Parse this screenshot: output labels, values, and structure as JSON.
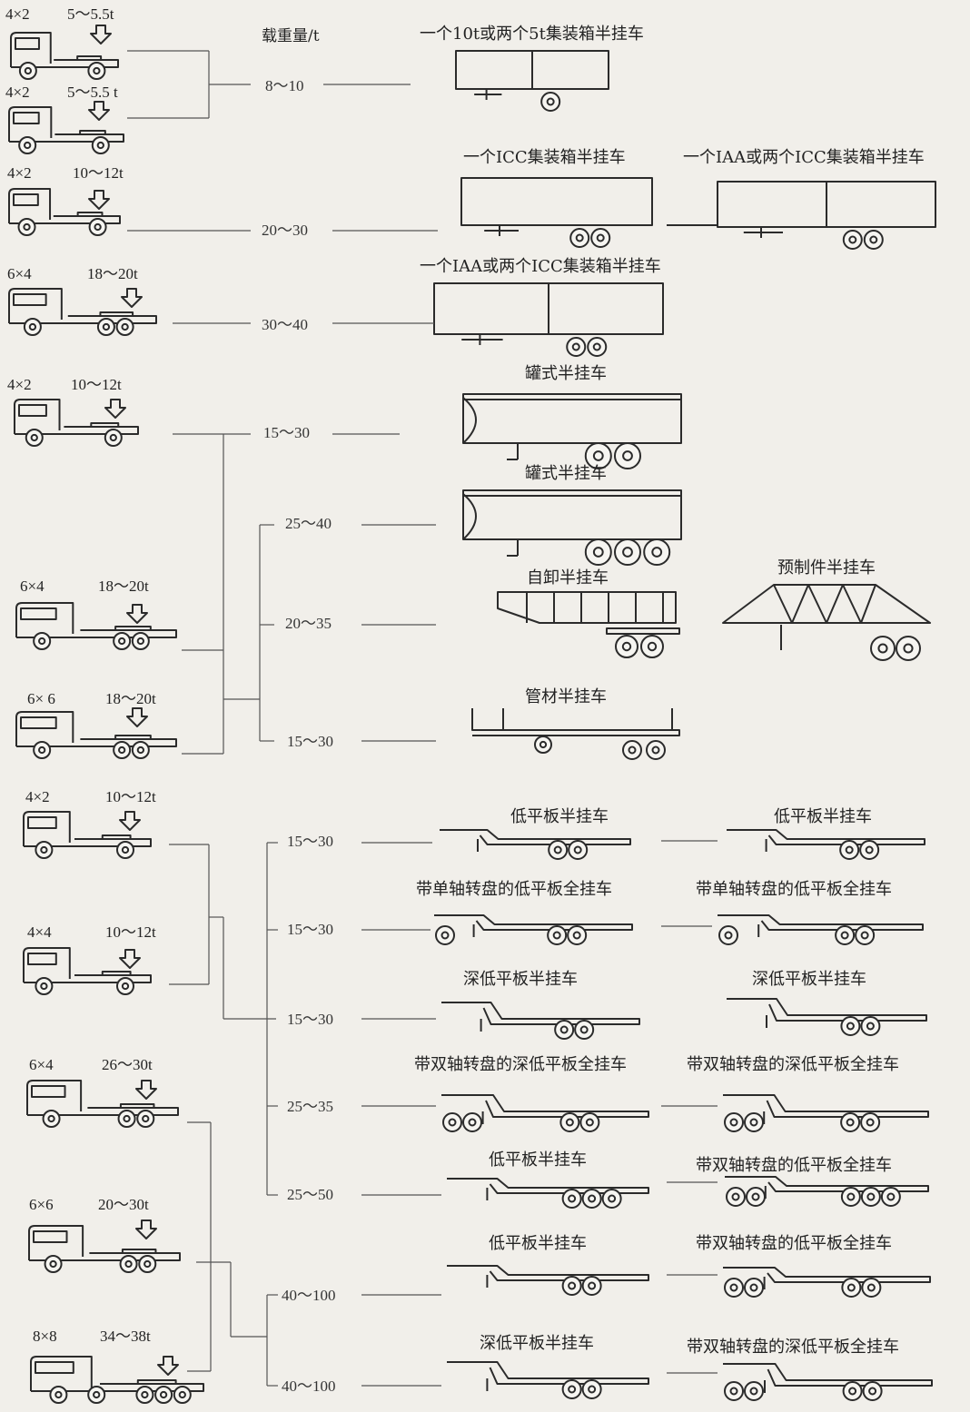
{
  "header": {
    "load_label": "载重量/t"
  },
  "tractors": [
    {
      "config": "4×2",
      "capacity": "5～5.5t"
    },
    {
      "config": "4×2",
      "capacity": "5～5.5 t"
    },
    {
      "config": "4×2",
      "capacity": "10～12t"
    },
    {
      "config": "6×4",
      "capacity": "18～20t"
    },
    {
      "config": "4×2",
      "capacity": "10～12t"
    },
    {
      "config": "6×4",
      "capacity": "18～20t"
    },
    {
      "config": "6× 6",
      "capacity": "18～20t"
    },
    {
      "config": "4×2",
      "capacity": "10～12t"
    },
    {
      "config": "4×4",
      "capacity": "10～12t"
    },
    {
      "config": "6×4",
      "capacity": "26～30t"
    },
    {
      "config": "6×6",
      "capacity": "20～30t"
    },
    {
      "config": "8×8",
      "capacity": "34～38t"
    }
  ],
  "loads": [
    "8～10",
    "20～30",
    "30～40",
    "15～30",
    "25～40",
    "20～35",
    "15～30",
    "15～30",
    "15～30",
    "15～30",
    "25～35",
    "25～50",
    "40～100",
    "40～100"
  ],
  "trailers": [
    "一个10t或两个5t集装箱半挂车",
    "一个ICC集装箱半挂车",
    "一个IAA或两个ICC集装箱半挂车",
    "一个IAA或两个ICC集装箱半挂车",
    "罐式半挂车",
    "罐式半挂车",
    "自卸半挂车",
    "预制件半挂车",
    "管材半挂车",
    "低平板半挂车",
    "低平板半挂车",
    "带单轴转盘的低平板全挂车",
    "带单轴转盘的低平板全挂车",
    "深低平板半挂车",
    "深低平板半挂车",
    "带双轴转盘的深低平板全挂车",
    "带双轴转盘的深低平板全挂车",
    "低平板半挂车",
    "带双轴转盘的低平板全挂车",
    "低平板半挂车",
    "带双轴转盘的低平板全挂车",
    "深低平板半挂车",
    "带双轴转盘的深低平板全挂车"
  ]
}
